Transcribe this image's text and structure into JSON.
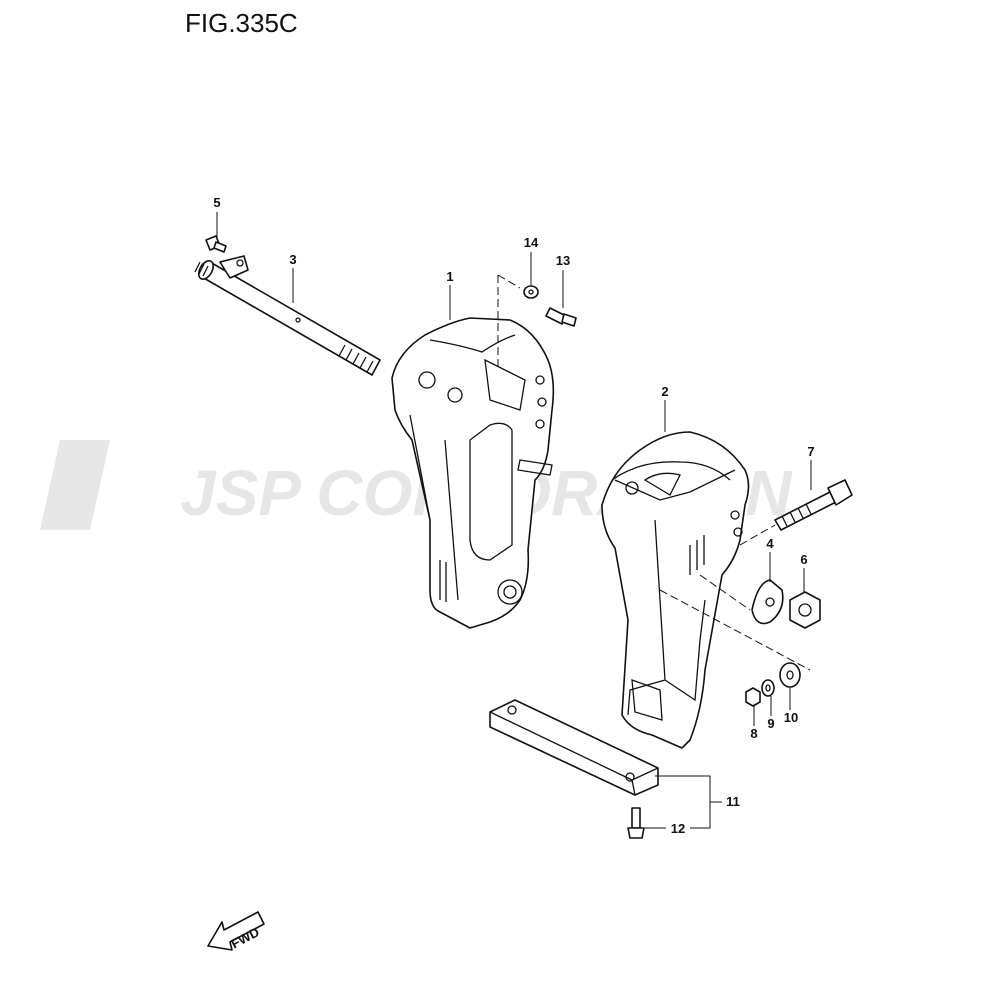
{
  "figure": {
    "title": "FIG.335C"
  },
  "watermark": {
    "text": "JSP CORPORATION"
  },
  "direction": {
    "label": "FWD"
  },
  "callouts": [
    {
      "id": "c1",
      "label": "1"
    },
    {
      "id": "c2",
      "label": "2"
    },
    {
      "id": "c3",
      "label": "3"
    },
    {
      "id": "c4",
      "label": "4"
    },
    {
      "id": "c5",
      "label": "5"
    },
    {
      "id": "c6",
      "label": "6"
    },
    {
      "id": "c7",
      "label": "7"
    },
    {
      "id": "c8",
      "label": "8"
    },
    {
      "id": "c9",
      "label": "9"
    },
    {
      "id": "c10",
      "label": "10"
    },
    {
      "id": "c11",
      "label": "11"
    },
    {
      "id": "c12",
      "label": "12"
    },
    {
      "id": "c13",
      "label": "13"
    },
    {
      "id": "c14",
      "label": "14"
    }
  ],
  "colors": {
    "line": "#111111",
    "watermark": "#e6e6e6",
    "background": "#ffffff"
  }
}
